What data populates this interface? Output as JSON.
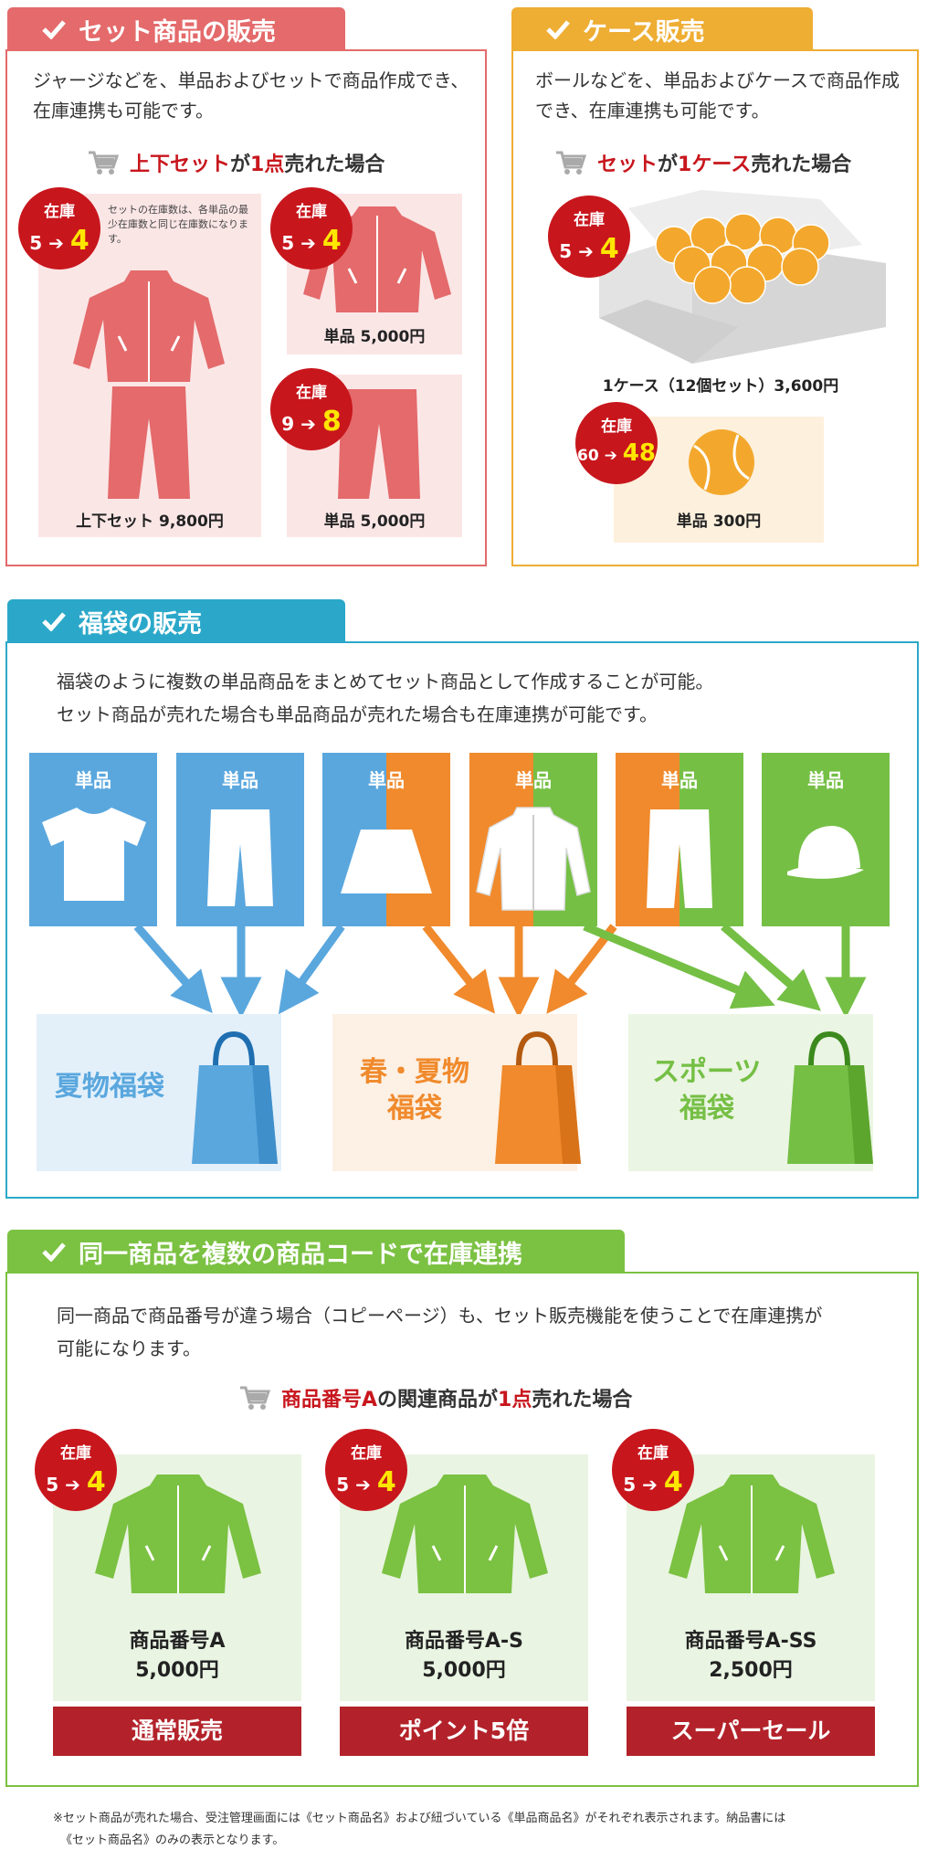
{
  "section1": {
    "title": "セット商品の販売",
    "desc": "ジャージなどを、単品およびセットで商品作成でき、在庫連携も可能です。",
    "scenario": {
      "pre": "上下セット",
      "mid": "が",
      "count": "1点",
      "post": "売れた場合"
    },
    "note": "セットの在庫数は、各単品の最少在庫数と同じ在庫数になります。",
    "stock_label": "在庫",
    "set_stock": {
      "from": "5",
      "to": "4"
    },
    "set_caption": "上下セット 9,800円",
    "jacket_stock": {
      "from": "5",
      "to": "4"
    },
    "jacket_caption": "単品 5,000円",
    "pants_stock": {
      "from": "9",
      "to": "8"
    },
    "pants_caption": "単品 5,000円"
  },
  "section2": {
    "title": "ケース販売",
    "desc": "ボールなどを、単品およびケースで商品作成でき、在庫連携も可能です。",
    "scenario": {
      "pre": "セット",
      "mid": "が",
      "count": "1ケース",
      "post": "売れた場合"
    },
    "stock_label": "在庫",
    "case_stock": {
      "from": "5",
      "to": "4"
    },
    "case_caption": "1ケース（12個セット）3,600円",
    "single_stock": {
      "from": "60",
      "to": "48"
    },
    "single_caption": "単品 300円"
  },
  "section3": {
    "title": "福袋の販売",
    "desc_line1": "福袋のように複数の単品商品をまとめてセット商品として作成することが可能。",
    "desc_line2": "セット商品が売れた場合も単品商品が売れた場合も在庫連携が可能です。",
    "tile_label": "単品",
    "bag1": "夏物福袋",
    "bag2_line1": "春・夏物",
    "bag2_line2": "福袋",
    "bag3_line1": "スポーツ",
    "bag3_line2": "福袋"
  },
  "section4": {
    "title": "同一商品を複数の商品コードで在庫連携",
    "desc_line1": "同一商品で商品番号が違う場合（コピーページ）も、セット販売機能を使うことで在庫連携が",
    "desc_line2": "可能になります。",
    "scenario": {
      "pre": "商品番号A",
      "mid": "の関連商品が",
      "count": "1点",
      "post": "売れた場合"
    },
    "stock_label": "在庫",
    "items": [
      {
        "code": "商品番号A",
        "price": "5,000円",
        "button": "通常販売",
        "from": "5",
        "to": "4"
      },
      {
        "code": "商品番号A-S",
        "price": "5,000円",
        "button": "ポイント5倍",
        "from": "5",
        "to": "4"
      },
      {
        "code": "商品番号A-SS",
        "price": "2,500円",
        "button": "スーパーセール",
        "from": "5",
        "to": "4"
      }
    ]
  },
  "footnote_line1": "※セット商品が売れた場合、受注管理画面には《セット商品名》および紐づいている《単品商品名》がそれぞれ表示されます。納品書には",
  "footnote_line2": "《セット商品名》のみの表示となります。",
  "colors": {
    "red": "#e46a6b",
    "orange": "#eead33",
    "cyan": "#2ba8c9",
    "green": "#7bc142",
    "blue": "#5aa7de",
    "tileOrange": "#f08a2c",
    "tileGreen": "#75bf45",
    "btnRed": "#b3222a",
    "stockRed": "#c8161d"
  }
}
